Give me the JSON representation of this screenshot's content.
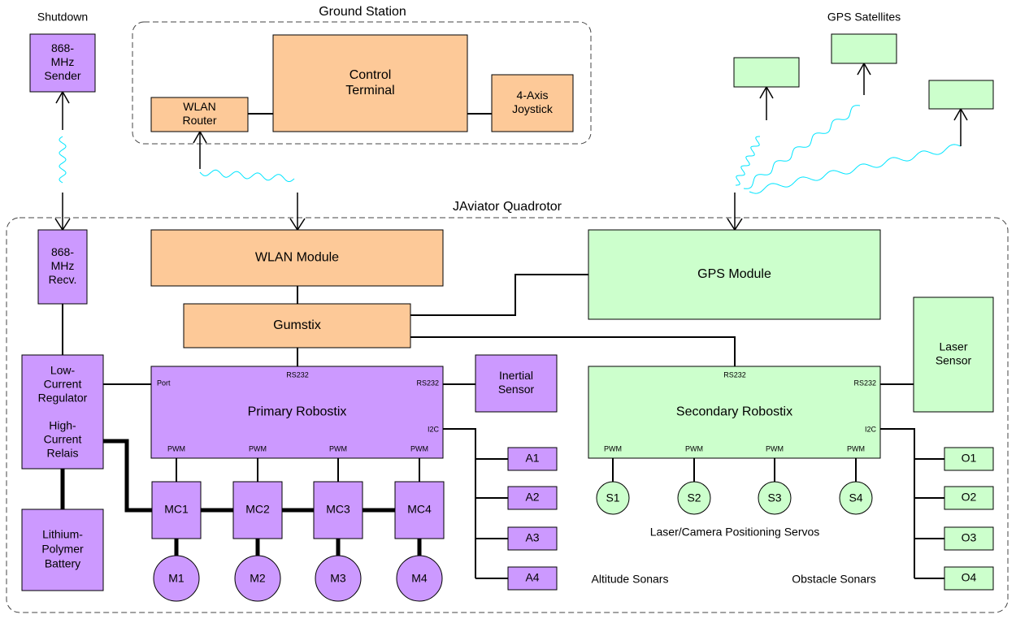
{
  "colors": {
    "orange": "#fdc998",
    "purple": "#cc99ff",
    "green": "#ccffcc",
    "stroke": "#000000",
    "wave": "#00e5ff",
    "dash": "#444444"
  },
  "groups": {
    "ground_station": "Ground Station",
    "quadrotor": "JAviator Quadrotor"
  },
  "labels": {
    "shutdown": "Shutdown",
    "gps_satellites": "GPS Satellites",
    "servos_caption": "Laser/Camera Positioning Servos",
    "altitude_sonars": "Altitude Sonars",
    "obstacle_sonars": "Obstacle Sonars"
  },
  "boxes": {
    "sender": [
      "868-",
      "MHz",
      "Sender"
    ],
    "control_terminal": [
      "Control",
      "Terminal"
    ],
    "wlan_router": [
      "WLAN",
      "Router"
    ],
    "joystick": [
      "4-Axis",
      "Joystick"
    ],
    "receiver": [
      "868-",
      "MHz",
      "Recv."
    ],
    "wlan_module": [
      "WLAN Module"
    ],
    "gps_module": [
      "GPS Module"
    ],
    "gumstix": [
      "Gumstix"
    ],
    "regulator": [
      "Low-",
      "Current",
      "Regulator"
    ],
    "relais": [
      "High-",
      "Current",
      "Relais"
    ],
    "battery": [
      "Lithium-",
      "Polymer",
      "Battery"
    ],
    "primary": [
      "Primary Robostix"
    ],
    "inertial": [
      "Inertial",
      "Sensor"
    ],
    "secondary": [
      "Secondary Robostix"
    ],
    "laser": [
      "Laser",
      "Sensor"
    ]
  },
  "ports": {
    "port": "Port",
    "rs232": "RS232",
    "i2c": "I2C",
    "pwm": "PWM"
  },
  "motor_controllers": [
    "MC1",
    "MC2",
    "MC3",
    "MC4"
  ],
  "motors": [
    "M1",
    "M2",
    "M3",
    "M4"
  ],
  "servos": [
    "S1",
    "S2",
    "S3",
    "S4"
  ],
  "altitude_sonars": [
    "A1",
    "A2",
    "A3",
    "A4"
  ],
  "obstacle_sonars": [
    "O1",
    "O2",
    "O3",
    "O4"
  ]
}
